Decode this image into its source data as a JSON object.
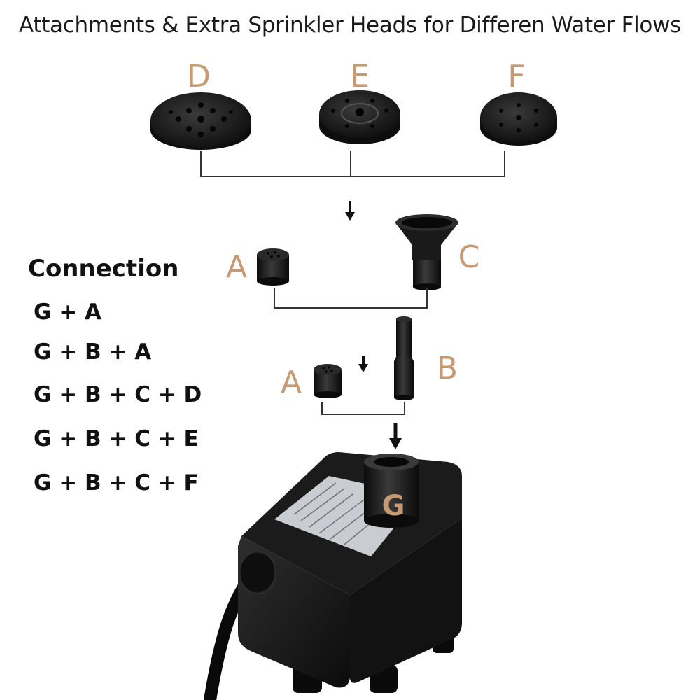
{
  "title": "Attachments & Extra Sprinkler Heads for Differen Water Flows",
  "parts": {
    "d": "D",
    "e": "E",
    "f": "F",
    "a_top": "A",
    "c": "C",
    "a_bottom": "A",
    "b": "B",
    "g": "G"
  },
  "connection": {
    "heading": "Connection",
    "combos": [
      "G + A",
      "G + B + A",
      "G + B + C + D",
      "G + B + C + E",
      "G + B + C + F"
    ]
  },
  "colors": {
    "label": "#c69a72",
    "part": "#111111",
    "line": "#333333"
  }
}
